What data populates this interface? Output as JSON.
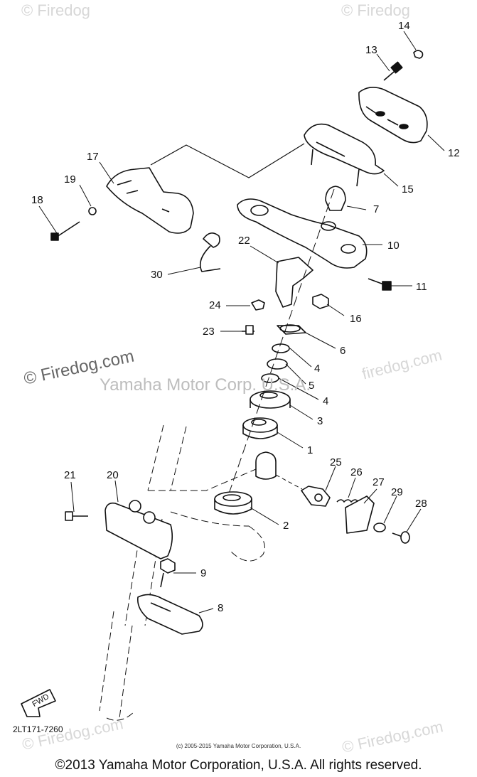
{
  "watermarks": {
    "corner": "© Firedog",
    "diag": "© Firedog.com",
    "mid": "Yamaha Motor Corp. U.S.A.",
    "right": "firedog.com",
    "bottom_right": "© Firedog.com",
    "bottom_left": "© Firedog.com"
  },
  "labels": {
    "l1": "1",
    "l2": "2",
    "l3": "3",
    "l4a": "4",
    "l4b": "4",
    "l5": "5",
    "l6": "6",
    "l7": "7",
    "l8": "8",
    "l9": "9",
    "l10": "10",
    "l11": "11",
    "l12": "12",
    "l13": "13",
    "l14": "14",
    "l15": "15",
    "l16": "16",
    "l17": "17",
    "l18": "18",
    "l19": "19",
    "l20": "20",
    "l21": "21",
    "l22": "22",
    "l23": "23",
    "l24": "24",
    "l25": "25",
    "l26": "26",
    "l27": "27",
    "l28": "28",
    "l29": "29",
    "l30": "30"
  },
  "fwd_text": "FWD",
  "part_code": "2LT171-7260",
  "copyright_small": "(c) 2005-2015 Yamaha Motor Corporation, U.S.A.",
  "copyright_main": "©2013 Yamaha Motor Corporation, U.S.A. All rights reserved."
}
